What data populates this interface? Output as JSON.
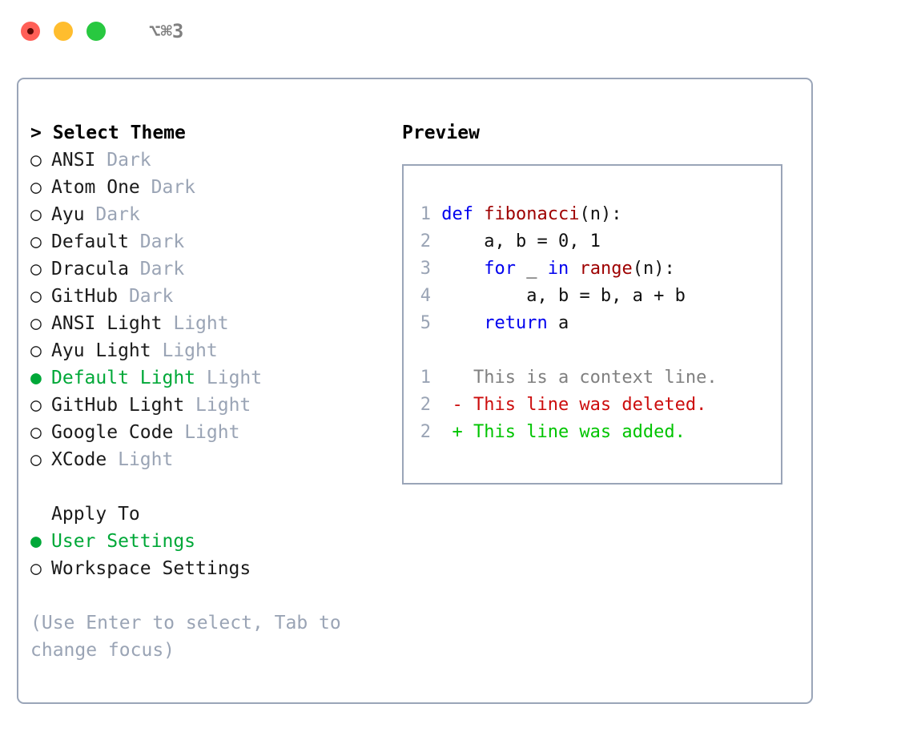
{
  "titlebar": {
    "lights": [
      {
        "name": "close",
        "color": "#ff5f57"
      },
      {
        "name": "minimize",
        "color": "#ffbd2e"
      },
      {
        "name": "maximize",
        "color": "#28c840"
      }
    ],
    "shortcut": "⌥⌘3"
  },
  "colors": {
    "border": "#9aa5b8",
    "accent_green": "#00a838",
    "muted": "#9aa4b5",
    "keyword_blue": "#0000ee",
    "function_red": "#9e0000",
    "diff_add_green": "#00c400",
    "diff_del_red": "#cc0d0d",
    "diff_ctx_gray": "#808080"
  },
  "theme_panel": {
    "header": "> Select Theme",
    "items": [
      {
        "marker": "○",
        "label": "ANSI",
        "badge": "Dark",
        "selected": false
      },
      {
        "marker": "○",
        "label": "Atom One",
        "badge": "Dark",
        "selected": false
      },
      {
        "marker": "○",
        "label": "Ayu",
        "badge": "Dark",
        "selected": false
      },
      {
        "marker": "○",
        "label": "Default",
        "badge": "Dark",
        "selected": false
      },
      {
        "marker": "○",
        "label": "Dracula",
        "badge": "Dark",
        "selected": false
      },
      {
        "marker": "○",
        "label": "GitHub",
        "badge": "Dark",
        "selected": false
      },
      {
        "marker": "○",
        "label": "ANSI Light",
        "badge": "Light",
        "selected": false
      },
      {
        "marker": "○",
        "label": "Ayu Light",
        "badge": "Light",
        "selected": false
      },
      {
        "marker": "●",
        "label": "Default Light",
        "badge": "Light",
        "selected": true
      },
      {
        "marker": "○",
        "label": "GitHub Light",
        "badge": "Light",
        "selected": false
      },
      {
        "marker": "○",
        "label": "Google Code",
        "badge": "Light",
        "selected": false
      },
      {
        "marker": "○",
        "label": "XCode",
        "badge": "Light",
        "selected": false
      }
    ]
  },
  "apply_to": {
    "label": "Apply To",
    "options": [
      {
        "marker": "●",
        "label": "User Settings",
        "selected": true
      },
      {
        "marker": "○",
        "label": "Workspace Settings",
        "selected": false
      }
    ]
  },
  "hint": "(Use Enter to select, Tab to change focus)",
  "preview": {
    "title": "Preview",
    "code": [
      {
        "num": "1",
        "indent": "",
        "tokens": [
          {
            "t": "def",
            "c": "kw"
          },
          {
            "t": " ",
            "c": "plain"
          },
          {
            "t": "fibonacci",
            "c": "fn"
          },
          {
            "t": "(n):",
            "c": "plain"
          }
        ]
      },
      {
        "num": "2",
        "indent": "    ",
        "tokens": [
          {
            "t": "a, b = 0, 1",
            "c": "plain"
          }
        ]
      },
      {
        "num": "3",
        "indent": "    ",
        "tokens": [
          {
            "t": "for",
            "c": "kw"
          },
          {
            "t": " _ ",
            "c": "plain"
          },
          {
            "t": "in",
            "c": "kw"
          },
          {
            "t": " ",
            "c": "plain"
          },
          {
            "t": "range",
            "c": "fn"
          },
          {
            "t": "(n):",
            "c": "plain"
          }
        ]
      },
      {
        "num": "4",
        "indent": "        ",
        "tokens": [
          {
            "t": "a, b = b, a + b",
            "c": "plain"
          }
        ]
      },
      {
        "num": "5",
        "indent": "    ",
        "tokens": [
          {
            "t": "return",
            "c": "kw"
          },
          {
            "t": " a",
            "c": "plain"
          }
        ]
      }
    ],
    "diff": [
      {
        "num": "1",
        "sign": " ",
        "text": "This is a context line.",
        "kind": "diff-ctx"
      },
      {
        "num": "2",
        "sign": "-",
        "text": "This line was deleted.",
        "kind": "diff-del"
      },
      {
        "num": "2",
        "sign": "+",
        "text": "This line was added.",
        "kind": "diff-add"
      }
    ]
  }
}
